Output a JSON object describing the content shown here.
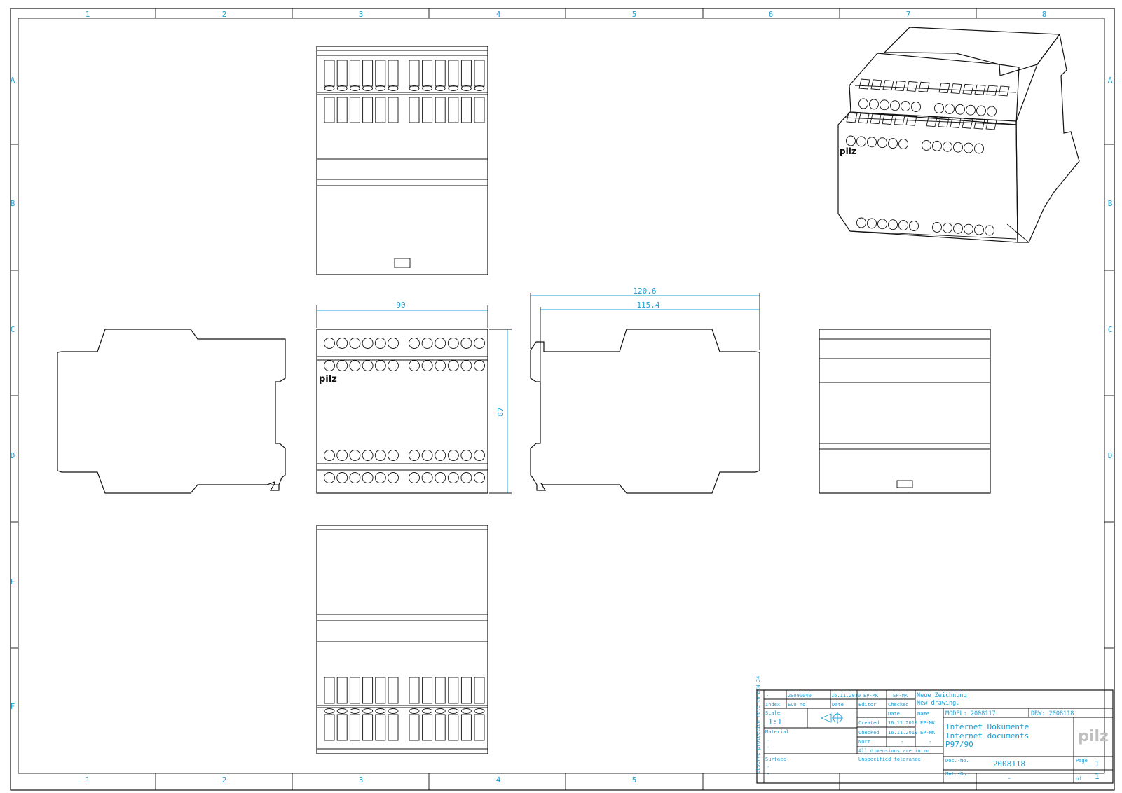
{
  "frame": {
    "columns": [
      "1",
      "2",
      "3",
      "4",
      "5",
      "6",
      "7",
      "8"
    ],
    "bottom_columns": [
      "1",
      "2",
      "3",
      "4",
      "5"
    ],
    "rows": [
      "A",
      "B",
      "C",
      "D",
      "E",
      "F"
    ]
  },
  "dimensions": {
    "front_width": "90",
    "front_height": "87",
    "side_overall": "120.6",
    "side_body": "115.4"
  },
  "logo_text": "pilz",
  "title_block": {
    "rev_index": "-",
    "rev_eco": "20090040",
    "rev_date": "16.11.2010",
    "rev_editor": "EP-MK",
    "rev_checked": "EP-MK",
    "change_de": "Neue Zeichnung",
    "change_en": "New drawing.",
    "lbl_index": "Index",
    "lbl_eco": "ECO no.",
    "lbl_date": "Date",
    "lbl_editor": "Editor",
    "lbl_checked": "Checked",
    "lbl_scale": "Scale",
    "scale": "1:1",
    "lbl_date2": "Date",
    "lbl_name": "Name",
    "model": "MODEL: 2008117",
    "drw": "DRW: 2008118",
    "lbl_created": "Created",
    "created_date": "16.11.2010",
    "created_name": "EP-MK",
    "lbl_checked2": "Checked",
    "checked_date": "16.11.2010",
    "checked_name": "EP-MK",
    "lbl_norm": "Norm",
    "norm_date": "-",
    "norm_name": "-",
    "lbl_material": "Material",
    "material_1": "-",
    "material_2": "-",
    "title_de": "Internet Dokumente",
    "title_en": "Internet documents",
    "title_3": "P97/90",
    "all_dims": "All dimensions are in mm",
    "lbl_surface": "Surface",
    "surface_1": "-",
    "surface_2": "-",
    "unspecified": "Unspecified tolerance",
    "lbl_doc": "Doc.-No.",
    "doc_no": "2008118",
    "lbl_mat_no": "Mat.-No.",
    "mat_no": "-",
    "lbl_page": "Page",
    "page": "1",
    "lbl_of": "of",
    "of": "1",
    "vertical_note": "Observe protection note to DIN 34",
    "logo": "pilz"
  }
}
